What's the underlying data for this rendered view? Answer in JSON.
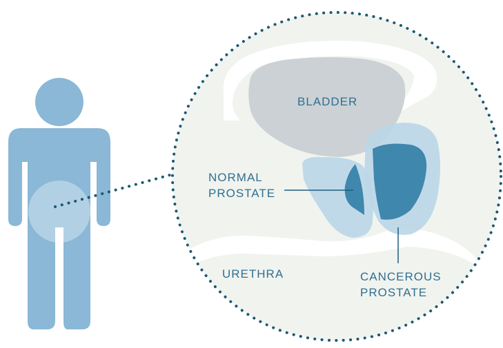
{
  "labels": {
    "bladder": "BLADDER",
    "normal_prostate": [
      "NORMAL",
      "PROSTATE"
    ],
    "cancerous_prostate": [
      "CANCEROUS",
      "PROSTATE"
    ],
    "urethra": "URETHRA"
  },
  "colors": {
    "body": "#8ab8d6",
    "pelvis_highlight": "#b9d4e6",
    "circle_fill": "#f1f3ee",
    "circle_dots": "#1b5873",
    "bladder": "#ccd1d5",
    "prostate_light": "#bad6e8",
    "prostate_dark": "#3f87ad",
    "label_text": "#2e6f93",
    "pointer_line": "#1d5d7e"
  }
}
